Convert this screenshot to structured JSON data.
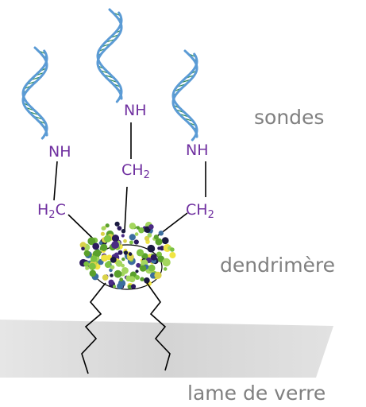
{
  "labels": {
    "probes": "sondes",
    "dendrimer": "dendrimère",
    "glass_slide": "lame de verre"
  },
  "chem": {
    "nh": "NH",
    "ch": "CH",
    "hc_prefix": "H",
    "hc_suffix": "C",
    "sub2": "2"
  },
  "colors": {
    "dna_strand": "#5b9bd5",
    "dna_rung": "#2e8b57",
    "chem_text": "#7030a0",
    "label_text": "#808080",
    "slide": "#dcdcdc",
    "bonds": "#000000"
  }
}
